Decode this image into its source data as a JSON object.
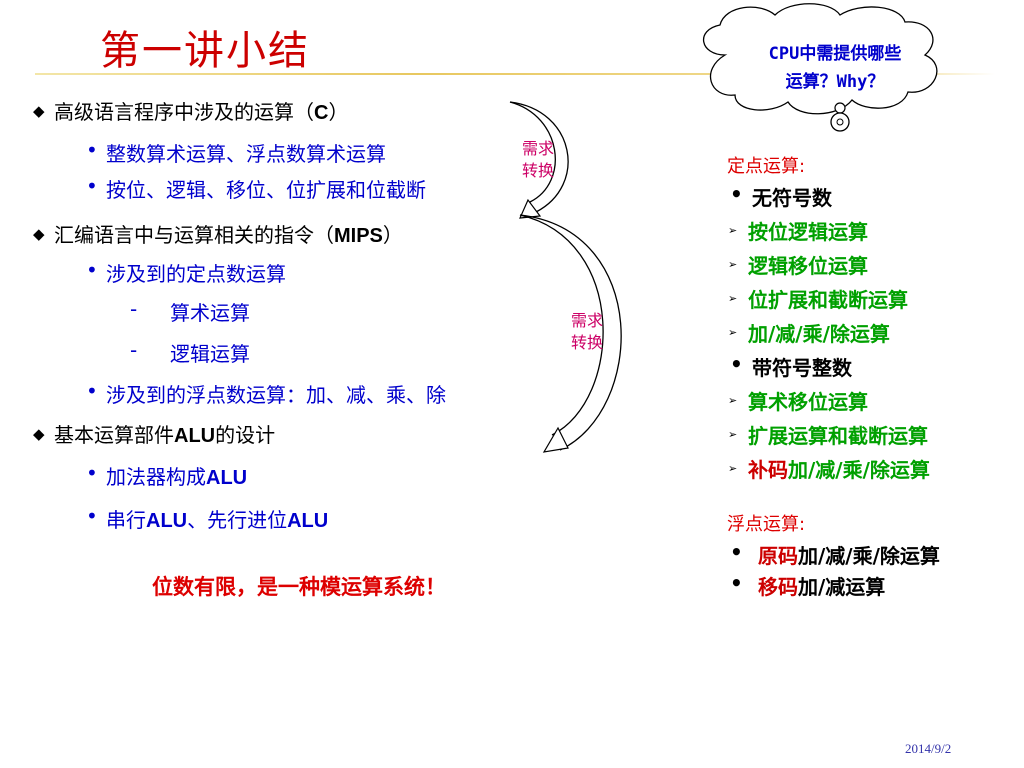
{
  "title": "第一讲小结",
  "cloud": {
    "line1": "CPU中需提供哪些",
    "line2": "运算？Why？"
  },
  "left": {
    "s1": {
      "text": "高级语言程序中涉及的运算（",
      "bold": "C",
      "end": "）"
    },
    "s1_items": [
      "整数算术运算、浮点数算术运算",
      "按位、逻辑、移位、位扩展和位截断"
    ],
    "s2": {
      "text": "汇编语言中与运算相关的指令（",
      "bold": "MIPS",
      "end": "）"
    },
    "s2_item1": "涉及到的定点数运算",
    "s2_sub": [
      "算术运算",
      "逻辑运算"
    ],
    "s2_item2": "涉及到的浮点数运算：加、减、乘、除",
    "s3": {
      "text": "基本运算部件",
      "bold": "ALU",
      "end": "的设计"
    },
    "s3_item1": {
      "text": "加法器构成",
      "bold": "ALU"
    },
    "s3_item2": {
      "p1": "串行",
      "b1": "ALU",
      "p2": "、先行进位",
      "b2": "ALU"
    },
    "note": "位数有限，是一种模运算系统！"
  },
  "arrows": {
    "label1_line1": "需求",
    "label1_line2": "转换",
    "label2_line1": "需求",
    "label2_line2": "转换"
  },
  "right": {
    "fixed_head": "定点运算:",
    "unsigned": "无符号数",
    "unsigned_ops": [
      "按位逻辑运算",
      "逻辑移位运算",
      "位扩展和截断运算",
      "加/减/乘/除运算"
    ],
    "signed": "带符号整数",
    "signed_ops": [
      "算术移位运算",
      "扩展运算和截断运算"
    ],
    "signed_last": {
      "red": "补码",
      "rest": "加/减/乘/除运算"
    },
    "float_head": "浮点运算:",
    "float_items": [
      {
        "red": "原码",
        "rest": "加/减/乘/除运算"
      },
      {
        "red": "移码",
        "rest": "加/减运算"
      }
    ]
  },
  "footer": {
    "date": "2014/9/2"
  }
}
